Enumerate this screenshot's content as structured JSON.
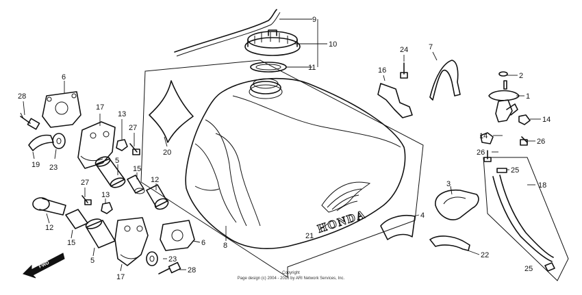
{
  "callouts": {
    "c1": "1",
    "c2": "2",
    "c3": "3",
    "c4": "4",
    "c5a": "5",
    "c5b": "5",
    "c6a": "6",
    "c6b": "6",
    "c7": "7",
    "c8": "8",
    "c9": "9",
    "c10": "10",
    "c11": "11",
    "c12a": "12",
    "c12b": "12",
    "c13a": "13",
    "c13b": "13",
    "c14a": "14",
    "c14b": "14",
    "c15a": "15",
    "c15b": "15",
    "c16": "16",
    "c17a": "17",
    "c17b": "17",
    "c18": "18",
    "c19": "19",
    "c20": "20",
    "c21": "21",
    "c22": "22",
    "c23a": "23",
    "c23b": "23",
    "c24": "24",
    "c25a": "25",
    "c25b": "25",
    "c26a": "26",
    "c26b": "26",
    "c27a": "27",
    "c27b": "27",
    "c28a": "28",
    "c28b": "28"
  },
  "brand_text": "HONDA",
  "direction_label": "FWD",
  "copyright": {
    "line1": "Copyright",
    "line2": "Page design (c) 2004 - 2016 by ARI Network Services, Inc."
  }
}
